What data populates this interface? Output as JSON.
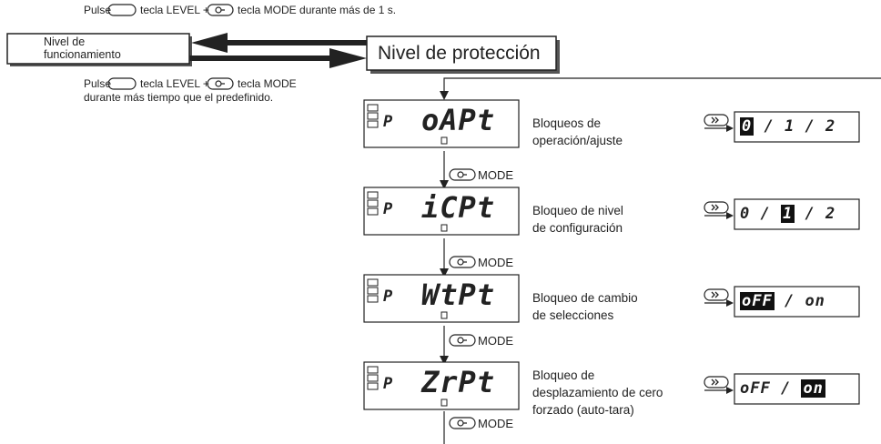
{
  "top_note": {
    "prefix": "Pulse",
    "key_level": "tecla LEVEL +",
    "key_mode": "tecla MODE durante más de 1 s."
  },
  "bottom_note": {
    "prefix": "Pulse",
    "key_level": "tecla LEVEL +",
    "key_mode": "tecla MODE",
    "line2": "durante más tiempo que el predefinido."
  },
  "levels": {
    "operation": [
      "Nivel de",
      "funcionamiento"
    ],
    "protection": "Nivel de protección"
  },
  "mode_label": "MODE",
  "display_prefix": "P",
  "rows": [
    {
      "code": "oAPt",
      "description": [
        "Bloqueos de",
        "operación/ajuste"
      ],
      "options": [
        {
          "text": "0",
          "selected": true
        },
        {
          "text": " / ",
          "selected": false
        },
        {
          "text": "1",
          "selected": false
        },
        {
          "text": " / ",
          "selected": false
        },
        {
          "text": "2",
          "selected": false
        }
      ]
    },
    {
      "code": "iCPt",
      "description": [
        "Bloqueo de nivel",
        "de configuración"
      ],
      "options": [
        {
          "text": "0",
          "selected": false
        },
        {
          "text": " / ",
          "selected": false
        },
        {
          "text": "1",
          "selected": true
        },
        {
          "text": " / ",
          "selected": false
        },
        {
          "text": "2",
          "selected": false
        }
      ]
    },
    {
      "code": "WtPt",
      "description": [
        "Bloqueo de cambio",
        "de selecciones"
      ],
      "options": [
        {
          "text": "oFF",
          "selected": true
        },
        {
          "text": " / ",
          "selected": false
        },
        {
          "text": "on",
          "selected": false
        }
      ]
    },
    {
      "code": "ZrPt",
      "description": [
        "Bloqueo de",
        "desplazamiento de cero",
        "forzado (auto-tara)"
      ],
      "options": [
        {
          "text": "oFF",
          "selected": false
        },
        {
          "text": " / ",
          "selected": false
        },
        {
          "text": "on",
          "selected": true
        }
      ]
    }
  ],
  "icons": {
    "level_key": "rounded-key-icon",
    "mode_key": "mode-key-icon",
    "shift_key": "shift-key-icon"
  }
}
